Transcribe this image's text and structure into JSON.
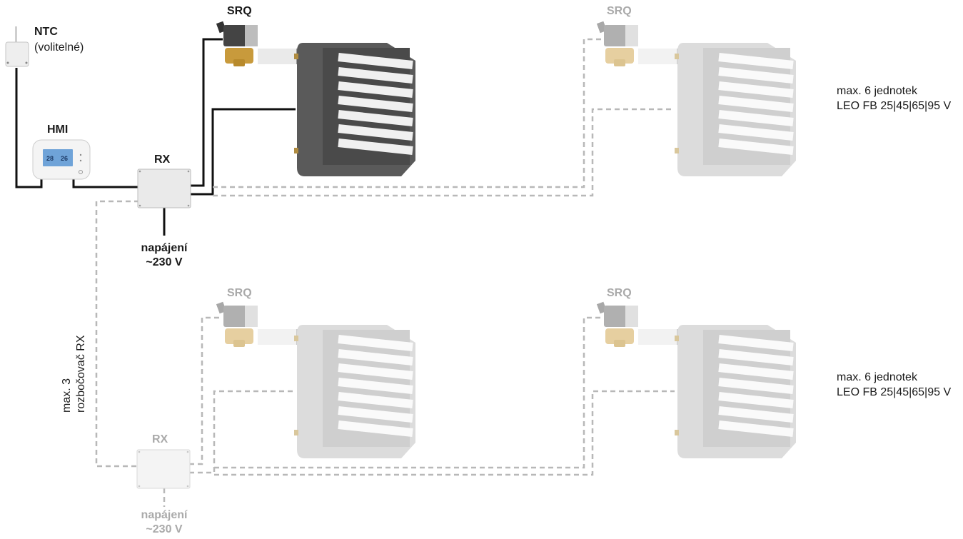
{
  "labels": {
    "ntc": "NTC",
    "ntc_optional": "(volitelné)",
    "hmi": "HMI",
    "rx_main": "RX",
    "rx_secondary": "RX",
    "power_main_line1": "napájení",
    "power_main_line2": "~230 V",
    "power_secondary_line1": "napájení",
    "power_secondary_line2": "~230 V",
    "srq_1": "SRQ",
    "srq_2": "SRQ",
    "srq_3": "SRQ",
    "srq_4": "SRQ",
    "max_units_1_line1": "max. 6 jednotek",
    "max_units_1_line2": "LEO FB 25|45|65|95 V",
    "max_units_2_line1": "max. 6 jednotek",
    "max_units_2_line2": "LEO FB 25|45|65|95 V",
    "max_rx_line1": "max. 3",
    "max_rx_line2": "rozbočovač RX"
  },
  "hmi_display": {
    "left_value": "28",
    "right_value": "26"
  },
  "colors": {
    "wire_active": "#111111",
    "wire_optional": "#b8b8b8",
    "heater_dark": "#5a5a5a",
    "heater_light": "#dcdcdc",
    "hmi_screen": "#6fa3d8"
  }
}
